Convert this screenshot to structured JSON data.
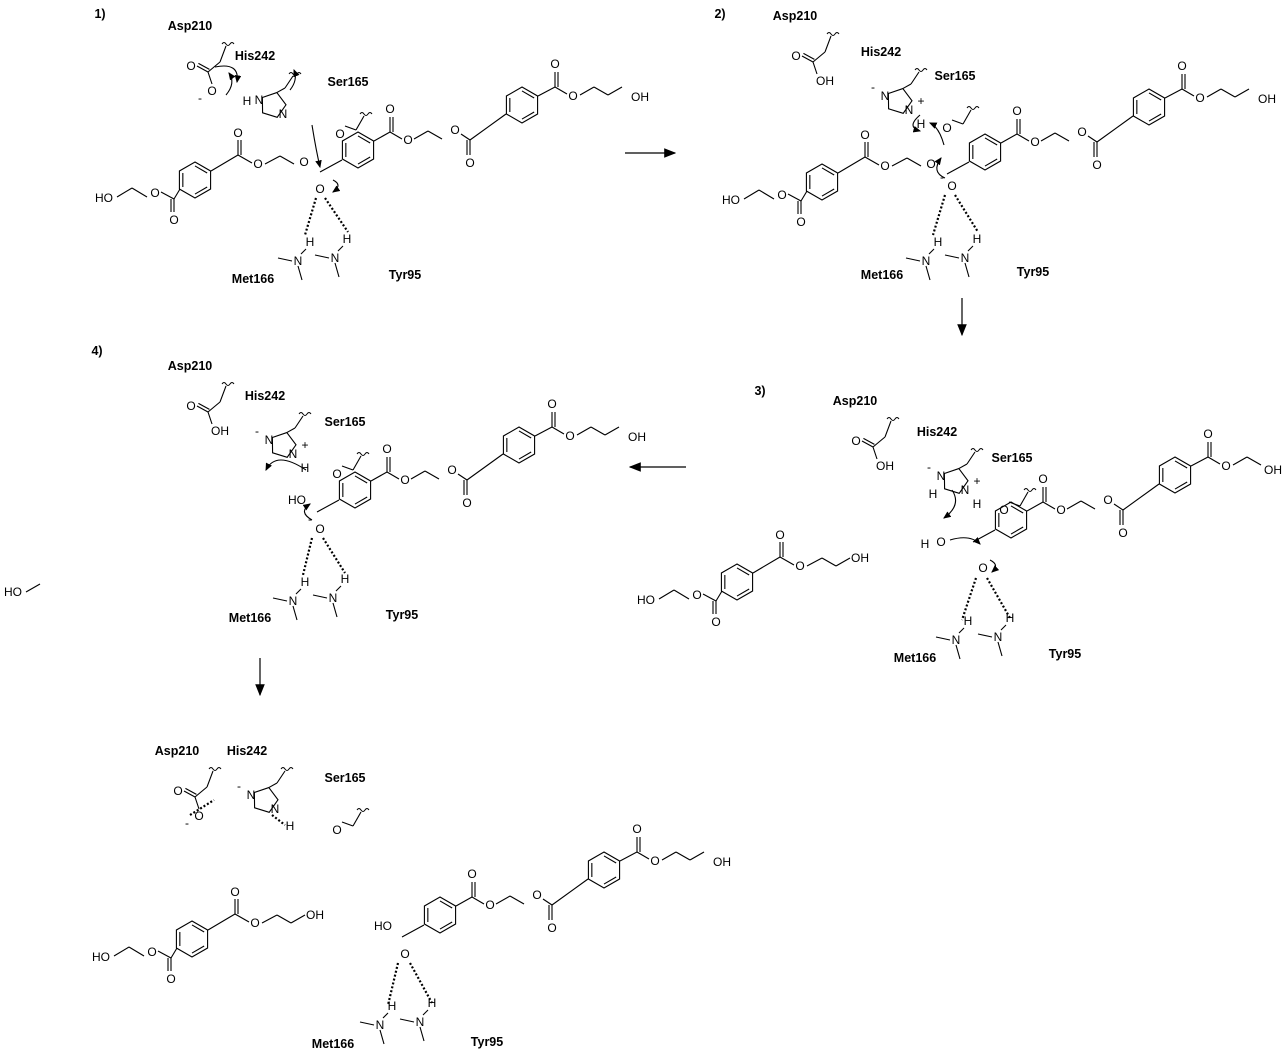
{
  "title": "PET hydrolysis mechanism",
  "steps": [
    "1)",
    "2)",
    "3)",
    "4)"
  ],
  "residues": {
    "asp": "Asp210",
    "his": "His242",
    "ser": "Ser165",
    "met": "Met166",
    "tyr": "Tyr95"
  },
  "atoms": {
    "O": "O",
    "OH": "OH",
    "HO": "HO",
    "N": "N",
    "H": "H",
    "minus": "-",
    "plus": "+",
    "N_plus": "N",
    "H_minus": "H"
  },
  "colors": {
    "ink": "#000000",
    "background": "#ffffff"
  }
}
